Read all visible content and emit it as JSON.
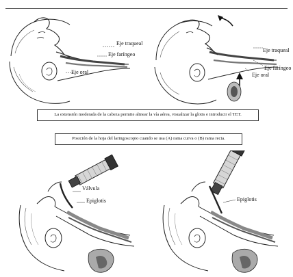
{
  "top_left": {
    "labels": {
      "eje_traqueal": "Eje traqueal",
      "eje_faringeo": "Eje faríngeo",
      "eje_oral": "Eje oral"
    }
  },
  "top_right": {
    "labels": {
      "eje_traqueal": "Eje traqueal",
      "eje_faringeo": "Eje faríngeo",
      "eje_oral": "Eje oral"
    }
  },
  "captions": {
    "top": "La extensión moderada de la cabeza permite alinear la vía aérea, visualizar la glotis e introducir el TET.",
    "middle": "Posición de la hoja del laringoscopio cuando se usa (A) rama curva o (B) rama recta."
  },
  "bottom_left": {
    "labels": {
      "valvula": "Válvula",
      "epiglotis": "Epiglotis"
    }
  },
  "bottom_right": {
    "labels": {
      "epiglotis": "Epiglotis"
    }
  },
  "colors": {
    "ink": "#222222",
    "shade": "#9a9a9a",
    "dark": "#444444"
  }
}
